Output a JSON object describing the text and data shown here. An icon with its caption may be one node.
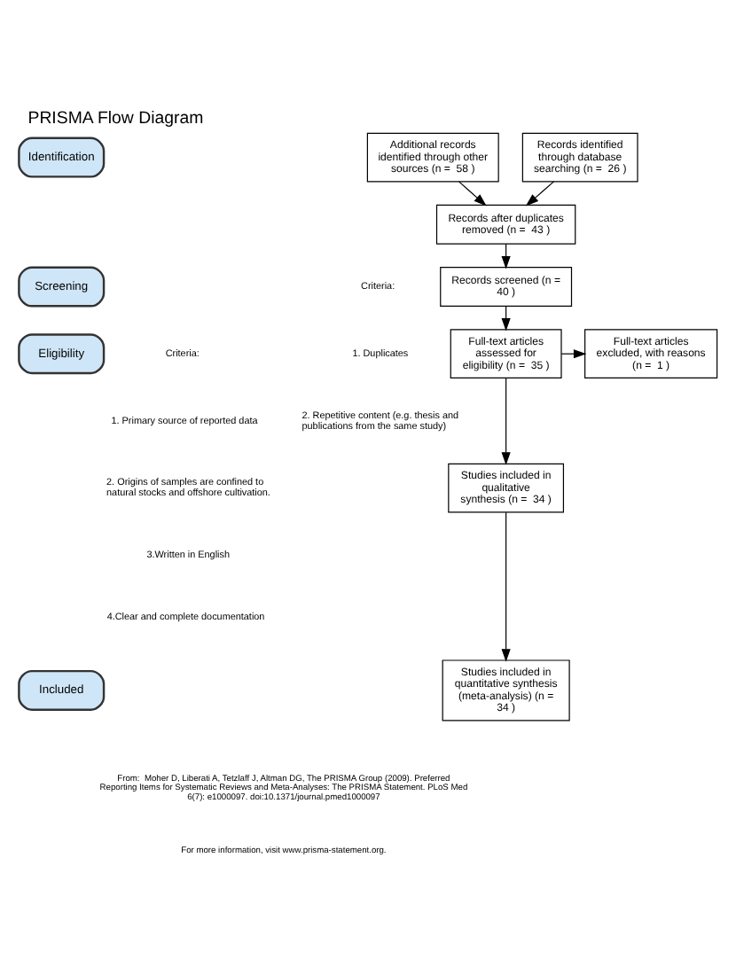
{
  "diagram": {
    "title": "PRISMA Flow Diagram",
    "nodes": [
      {
        "text": [
          "Identification"
        ]
      },
      {
        "text": [
          "Records identified through database searching (n =  26 )"
        ]
      },
      {
        "text": [
          "Additional records identified through other sources (n =  58 )"
        ]
      },
      {
        "text": [
          "Records after duplicates removed (n =  43 )"
        ]
      },
      {
        "text": [
          "Screening"
        ]
      },
      {
        "text": [
          "Records screened (n =  40 )"
        ]
      },
      {
        "text": [
          "Eligibility"
        ]
      },
      {
        "text": [
          "Full-text articles assessed for eligibility (n =  35 )"
        ]
      },
      {
        "text": [
          "Full-text articles excluded, with reasons (n =  1 )"
        ]
      },
      {
        "text": [
          "Studies included in qualitative synthesis (n =  34 )"
        ]
      },
      {
        "text": [
          "Included"
        ]
      },
      {
        "text": [
          "Studies included in quantitative synthesis (meta-analysis) (n =  34 )"
        ]
      }
    ],
    "edges": [
      {
        "from": 1,
        "to": 3,
        "arrow": "to"
      },
      {
        "from": 2,
        "to": 3,
        "arrow": "to"
      },
      {
        "from": 3,
        "to": 5,
        "arrow": "to"
      },
      {
        "from": 5,
        "to": 7,
        "arrow": "to"
      },
      {
        "from": 7,
        "to": 8,
        "arrow": "to"
      },
      {
        "from": 7,
        "to": 9,
        "arrow": "to"
      },
      {
        "from": 9,
        "to": 11,
        "arrow": "to"
      }
    ],
    "labels": [
      "Criteria:",
      "1. Duplicates",
      "2. Repetitive content (e.g. thesis and publications from the same study)",
      "Criteria:",
      "1. Primary source of reported data",
      "2. Origins of samples are confined to natural stocks and offshore cultivation.",
      "3.Written in English",
      "4.Clear and complete documentation",
      "From:  Moher D, Liberati A, Tetzlaff J, Altman DG, The PRISMA Group (2009). Preferred Reporting Items for Systematic Reviews and Meta-Analyses: The PRISMA Statement. PLoS Med 6(7): e1000097. doi:10.1371/journal.pmed1000097",
      "For more information, visit www.prisma-statement.org."
    ]
  }
}
